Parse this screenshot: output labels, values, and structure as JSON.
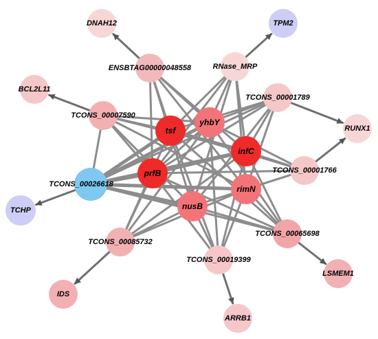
{
  "edge_color": "#8c8c8c",
  "nodes": [
    {
      "id": "tsf",
      "label": "tsf",
      "color": "#ef2a2a"
    },
    {
      "id": "yhbY",
      "label": "yhbY",
      "color": "#f37478"
    },
    {
      "id": "infC",
      "label": "infC",
      "color": "#ef2a2a"
    },
    {
      "id": "prfB",
      "label": "prfB",
      "color": "#ef2a2a"
    },
    {
      "id": "rimN",
      "label": "rimN",
      "color": "#f37478"
    },
    {
      "id": "nusB",
      "label": "nusB",
      "color": "#f37478"
    },
    {
      "id": "TCONS_00026618",
      "label": "TCONS_00026618",
      "color": "#7ec8f2"
    },
    {
      "id": "ENSBTAG00000048558",
      "label": "ENSBTAG00000048558",
      "color": "#f2b9bb"
    },
    {
      "id": "RNase_MRP",
      "label": "RNase_MRP",
      "color": "#f7d6d6"
    },
    {
      "id": "TCONS_00007590",
      "label": "TCONS_00007590",
      "color": "#f2b0b3"
    },
    {
      "id": "TCONS_00001789",
      "label": "TCONS_00001789",
      "color": "#f5c7c9"
    },
    {
      "id": "TCONS_00001766",
      "label": "TCONS_00001766",
      "color": "#f5c7c9"
    },
    {
      "id": "TCONS_00085732",
      "label": "TCONS_00085732",
      "color": "#f2b0b3"
    },
    {
      "id": "TCONS_00019399",
      "label": "TCONS_00019399",
      "color": "#f5c7c9"
    },
    {
      "id": "TCONS_00065698",
      "label": "TCONS_00065698",
      "color": "#f2a5a8"
    },
    {
      "id": "DNAH12",
      "label": "DNAH12",
      "color": "#f7d6d6"
    },
    {
      "id": "TPM2",
      "label": "TPM2",
      "color": "#cdcdf5"
    },
    {
      "id": "BCL2L11",
      "label": "BCL2L11",
      "color": "#f5c7c9"
    },
    {
      "id": "RUNX1",
      "label": "RUNX1",
      "color": "#f7d6d6"
    },
    {
      "id": "TCHP",
      "label": "TCHP",
      "color": "#cdcdf5"
    },
    {
      "id": "IDS",
      "label": "IDS",
      "color": "#f2b0b3"
    },
    {
      "id": "LSMEM1",
      "label": "LSMEM1",
      "color": "#f2b0b3"
    },
    {
      "id": "ARRB1",
      "label": "ARRB1",
      "color": "#f5c7c9"
    }
  ],
  "edges": [
    {
      "source": "ENSBTAG00000048558",
      "target": "tsf"
    },
    {
      "source": "ENSBTAG00000048558",
      "target": "yhbY"
    },
    {
      "source": "ENSBTAG00000048558",
      "target": "infC"
    },
    {
      "source": "ENSBTAG00000048558",
      "target": "prfB"
    },
    {
      "source": "ENSBTAG00000048558",
      "target": "rimN"
    },
    {
      "source": "ENSBTAG00000048558",
      "target": "nusB"
    },
    {
      "source": "RNase_MRP",
      "target": "tsf"
    },
    {
      "source": "RNase_MRP",
      "target": "yhbY"
    },
    {
      "source": "RNase_MRP",
      "target": "infC"
    },
    {
      "source": "RNase_MRP",
      "target": "prfB"
    },
    {
      "source": "RNase_MRP",
      "target": "rimN"
    },
    {
      "source": "RNase_MRP",
      "target": "nusB"
    },
    {
      "source": "TCONS_00007590",
      "target": "tsf"
    },
    {
      "source": "TCONS_00007590",
      "target": "yhbY"
    },
    {
      "source": "TCONS_00007590",
      "target": "infC"
    },
    {
      "source": "TCONS_00007590",
      "target": "prfB"
    },
    {
      "source": "TCONS_00007590",
      "target": "rimN"
    },
    {
      "source": "TCONS_00007590",
      "target": "nusB"
    },
    {
      "source": "TCONS_00001789",
      "target": "tsf"
    },
    {
      "source": "TCONS_00001789",
      "target": "yhbY"
    },
    {
      "source": "TCONS_00001789",
      "target": "infC"
    },
    {
      "source": "TCONS_00001789",
      "target": "prfB"
    },
    {
      "source": "TCONS_00001789",
      "target": "rimN"
    },
    {
      "source": "TCONS_00001789",
      "target": "nusB"
    },
    {
      "source": "TCONS_00001766",
      "target": "tsf"
    },
    {
      "source": "TCONS_00001766",
      "target": "yhbY"
    },
    {
      "source": "TCONS_00001766",
      "target": "infC"
    },
    {
      "source": "TCONS_00001766",
      "target": "prfB"
    },
    {
      "source": "TCONS_00001766",
      "target": "rimN"
    },
    {
      "source": "TCONS_00001766",
      "target": "nusB"
    },
    {
      "source": "TCONS_00026618",
      "target": "tsf"
    },
    {
      "source": "TCONS_00026618",
      "target": "yhbY"
    },
    {
      "source": "TCONS_00026618",
      "target": "infC"
    },
    {
      "source": "TCONS_00026618",
      "target": "prfB"
    },
    {
      "source": "TCONS_00026618",
      "target": "rimN"
    },
    {
      "source": "TCONS_00026618",
      "target": "nusB"
    },
    {
      "source": "TCONS_00026618",
      "target": "TCONS_00007590"
    },
    {
      "source": "TCONS_00026618",
      "target": "TCONS_00001789"
    },
    {
      "source": "TCONS_00026618",
      "target": "TCONS_00065698"
    },
    {
      "source": "TCONS_00085732",
      "target": "tsf"
    },
    {
      "source": "TCONS_00085732",
      "target": "yhbY"
    },
    {
      "source": "TCONS_00085732",
      "target": "infC"
    },
    {
      "source": "TCONS_00085732",
      "target": "prfB"
    },
    {
      "source": "TCONS_00085732",
      "target": "rimN"
    },
    {
      "source": "TCONS_00085732",
      "target": "nusB"
    },
    {
      "source": "TCONS_00019399",
      "target": "tsf"
    },
    {
      "source": "TCONS_00019399",
      "target": "yhbY"
    },
    {
      "source": "TCONS_00019399",
      "target": "infC"
    },
    {
      "source": "TCONS_00019399",
      "target": "prfB"
    },
    {
      "source": "TCONS_00019399",
      "target": "rimN"
    },
    {
      "source": "TCONS_00019399",
      "target": "nusB"
    },
    {
      "source": "TCONS_00065698",
      "target": "tsf"
    },
    {
      "source": "TCONS_00065698",
      "target": "yhbY"
    },
    {
      "source": "TCONS_00065698",
      "target": "infC"
    },
    {
      "source": "TCONS_00065698",
      "target": "prfB"
    },
    {
      "source": "TCONS_00065698",
      "target": "rimN"
    },
    {
      "source": "TCONS_00065698",
      "target": "nusB"
    },
    {
      "source": "tsf",
      "target": "infC"
    },
    {
      "source": "prfB",
      "target": "infC"
    },
    {
      "source": "yhbY",
      "target": "prfB"
    },
    {
      "source": "ENSBTAG00000048558",
      "target": "DNAH12",
      "arrow": true
    },
    {
      "source": "RNase_MRP",
      "target": "TPM2",
      "arrow": true
    },
    {
      "source": "TCONS_00007590",
      "target": "BCL2L11",
      "arrow": true
    },
    {
      "source": "TCONS_00001789",
      "target": "RUNX1",
      "arrow": true
    },
    {
      "source": "TCONS_00001766",
      "target": "RUNX1",
      "arrow": true
    },
    {
      "source": "TCONS_00026618",
      "target": "TCHP",
      "arrow": true
    },
    {
      "source": "TCONS_00085732",
      "target": "IDS",
      "arrow": true
    },
    {
      "source": "TCONS_00065698",
      "target": "LSMEM1",
      "arrow": true
    },
    {
      "source": "TCONS_00019399",
      "target": "ARRB1",
      "arrow": true
    }
  ]
}
